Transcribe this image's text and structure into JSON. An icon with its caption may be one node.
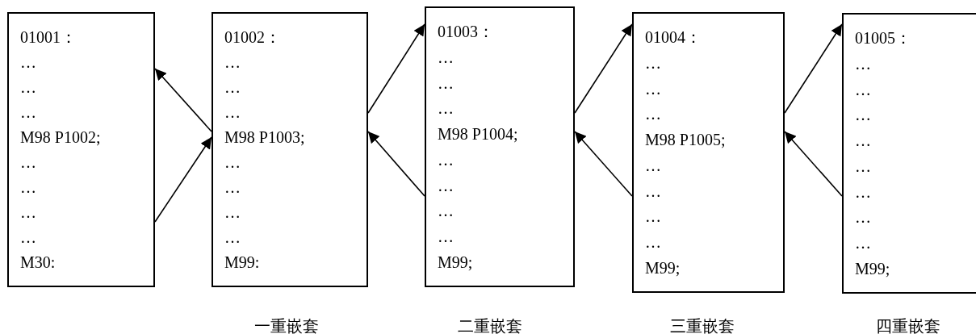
{
  "diagram": {
    "nodes": [
      {
        "text": [
          "01001：",
          "…",
          "…",
          "…",
          "M98 P1002;",
          "…",
          "…",
          "…",
          "…",
          "M30:"
        ]
      },
      {
        "text": [
          "01002：",
          "…",
          "…",
          "…",
          "M98 P1003;",
          "…",
          "…",
          "…",
          "…",
          "M99:"
        ],
        "beside": [
          "一重嵌套"
        ]
      },
      {
        "text": [
          "01003：",
          "…",
          "…",
          "…",
          "M98 P1004;",
          "…",
          "…",
          "…",
          "…",
          "M99;"
        ],
        "beside": [
          "二重嵌套"
        ]
      },
      {
        "text": [
          "01004：",
          "…",
          "…",
          "…",
          "M98 P1005;",
          "…",
          "…",
          "…",
          "…",
          "M99;"
        ],
        "beside": [
          "三重嵌套"
        ]
      },
      {
        "text": [
          "01005：",
          "…",
          "…",
          "…",
          "…",
          "…",
          "…",
          "…",
          "…",
          "M99;"
        ],
        "beside": [
          "四重嵌套"
        ]
      }
    ],
    "edges": [
      {
        "from": 1,
        "to": 0,
        "arrow": "to"
      },
      {
        "from": 0,
        "to": 1,
        "arrow": "to"
      },
      {
        "from": 1,
        "to": 2,
        "arrow": "to"
      },
      {
        "from": 2,
        "to": 1,
        "arrow": "to"
      },
      {
        "from": 2,
        "to": 3,
        "arrow": "to"
      },
      {
        "from": 3,
        "to": 2,
        "arrow": "to"
      },
      {
        "from": 3,
        "to": 4,
        "arrow": "to"
      },
      {
        "from": 4,
        "to": 3,
        "arrow": "to"
      }
    ]
  }
}
